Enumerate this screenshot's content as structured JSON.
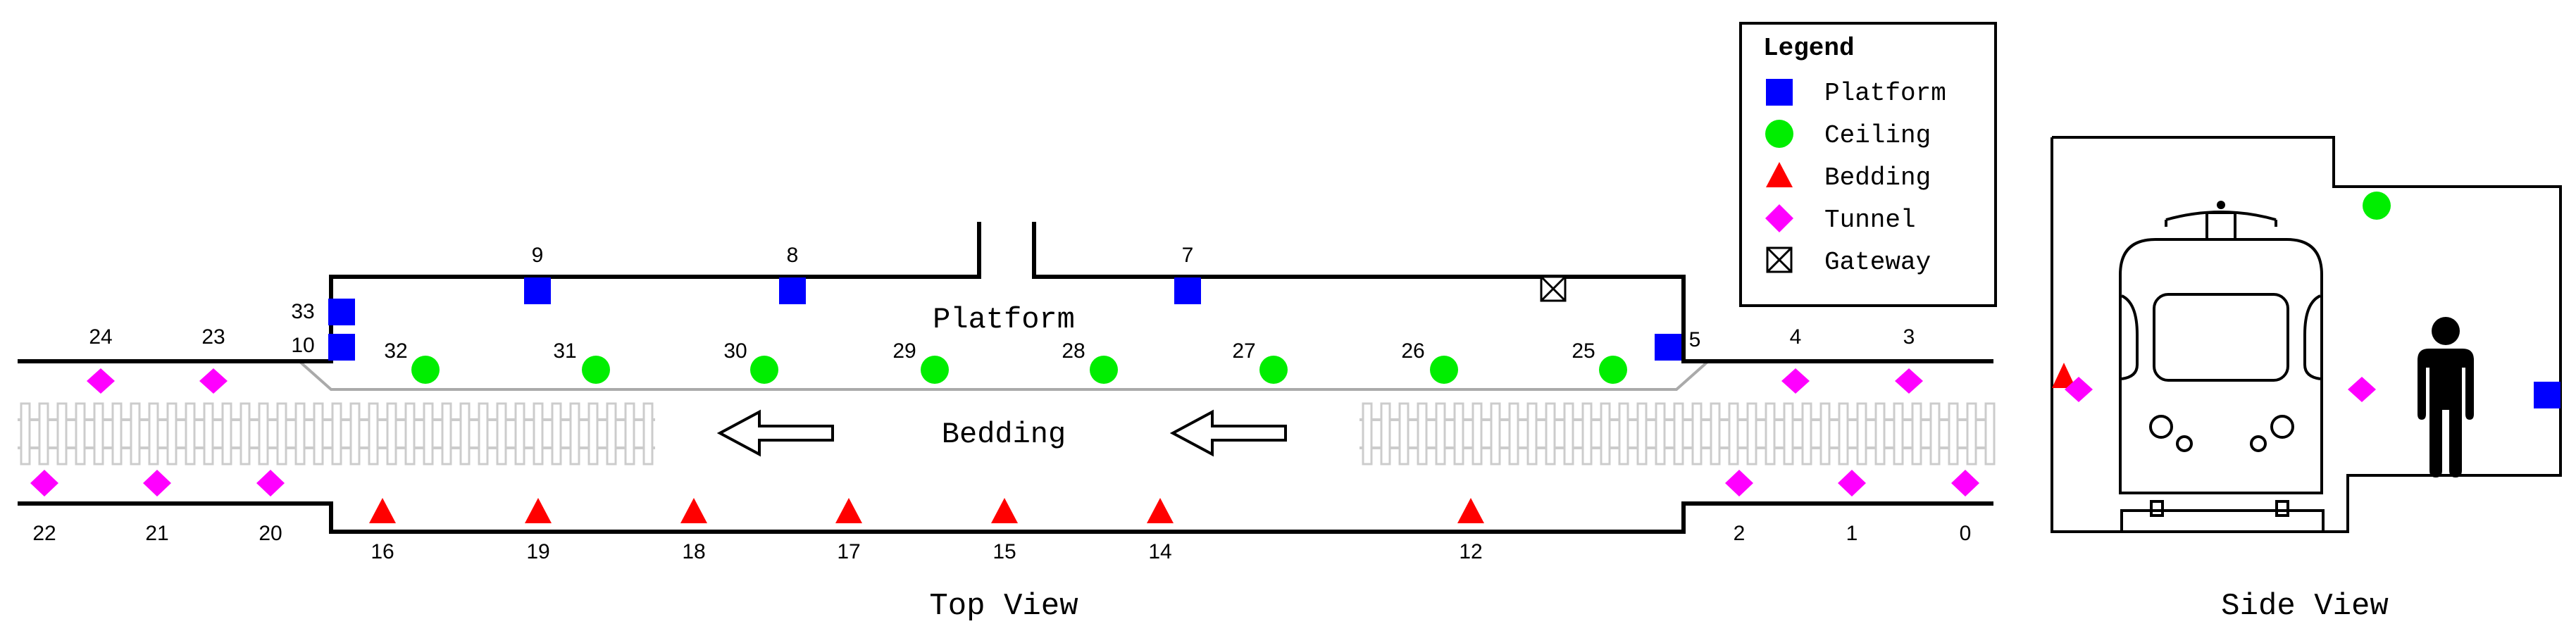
{
  "top_view": {
    "caption": "Top View",
    "platform_label": "Platform",
    "bedding_label": "Bedding"
  },
  "side_view": {
    "caption": "Side View"
  },
  "legend": {
    "title": "Legend",
    "items": [
      {
        "label": "Platform",
        "symbol": "square",
        "color": "#0000ff"
      },
      {
        "label": "Ceiling",
        "symbol": "circle",
        "color": "#00ee00"
      },
      {
        "label": "Bedding",
        "symbol": "triangle",
        "color": "#ff0000"
      },
      {
        "label": "Tunnel",
        "symbol": "diamond",
        "color": "#ff00ff"
      },
      {
        "label": "Gateway",
        "symbol": "box-x",
        "color": "#000000"
      }
    ]
  },
  "sensors": {
    "platform": [
      "33",
      "10",
      "9",
      "8",
      "7",
      "5"
    ],
    "ceiling": [
      "32",
      "31",
      "30",
      "29",
      "28",
      "27",
      "26",
      "25"
    ],
    "bedding": [
      "16",
      "19",
      "18",
      "17",
      "15",
      "14",
      "12"
    ],
    "tunnel_upper": [
      "24",
      "23",
      "4",
      "3"
    ],
    "tunnel_lower": [
      "22",
      "21",
      "20",
      "2",
      "1",
      "0"
    ]
  },
  "colors": {
    "platform": "#0000ff",
    "ceiling": "#00ee00",
    "bedding": "#ff0000",
    "tunnel": "#ff00ff",
    "wall": "#000000",
    "track": "#cccccc"
  },
  "icons": [
    "arrow-left-icon",
    "train-icon",
    "person-icon",
    "gateway-icon"
  ]
}
